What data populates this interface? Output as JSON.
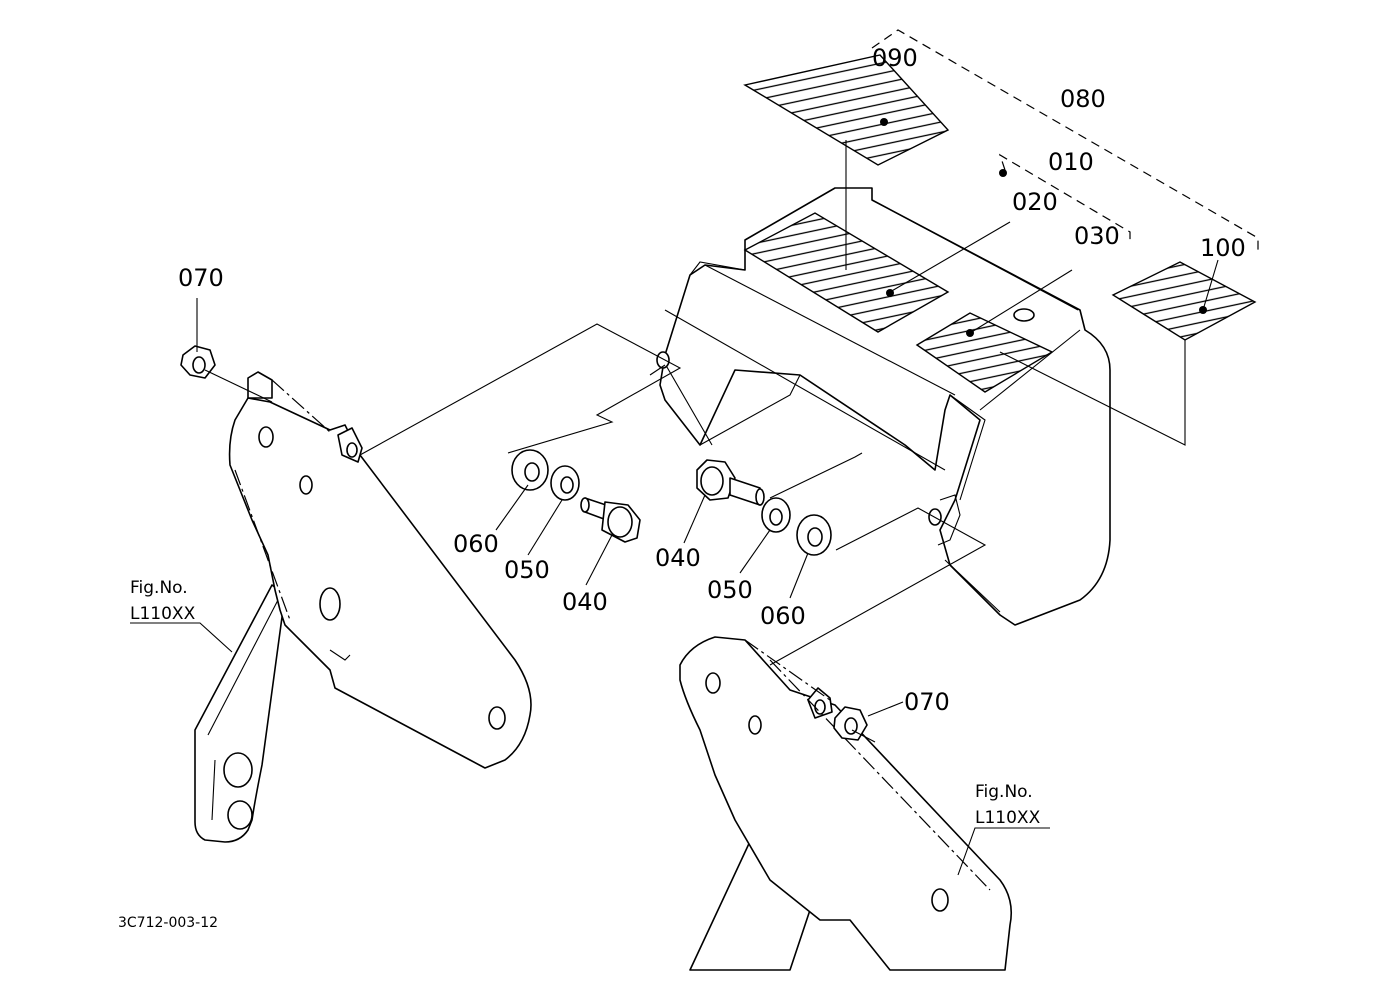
{
  "callouts": {
    "c090": "090",
    "c080": "080",
    "c010": "010",
    "c020": "020",
    "c030": "030",
    "c100": "100",
    "c070_left": "070",
    "c070_right": "070",
    "c060_left": "060",
    "c050_left": "050",
    "c040_left": "040",
    "c040_right": "040",
    "c050_right": "050",
    "c060_right": "060"
  },
  "fig_refs": {
    "left": {
      "line1": "Fig.No.",
      "line2": "L110XX"
    },
    "right": {
      "line1": "Fig.No.",
      "line2": "L110XX"
    }
  },
  "drawing_number": "3C712-003-12"
}
